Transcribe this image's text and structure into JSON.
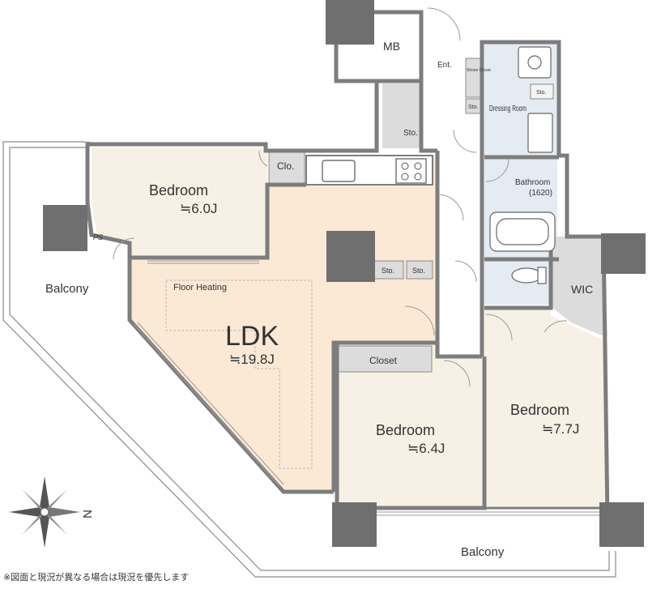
{
  "colors": {
    "wall": "#7d7d7d",
    "wall_line": "#8a8a8a",
    "ldk_floor": "#fbe8d5",
    "bedroom_floor": "#f6f1e4",
    "wet_area": "#e4ebf3",
    "storage": "#dcdcdc",
    "pillar": "#6f6f6f",
    "text": "#333333"
  },
  "rooms": {
    "ldk": {
      "name": "LDK",
      "size": "≒19.8J",
      "note": "Floor Heating"
    },
    "bedroom_west": {
      "name": "Bedroom",
      "size": "≒6.0J"
    },
    "bedroom_center": {
      "name": "Bedroom",
      "size": "≒6.4J"
    },
    "bedroom_east": {
      "name": "Bedroom",
      "size": "≒7.7J"
    },
    "wic": {
      "name": "WIC"
    },
    "mb": {
      "name": "MB"
    },
    "entrance": {
      "name": "Ent."
    },
    "shoes_closet": {
      "name": "Shoes Closet"
    },
    "dressing_room": {
      "name": "Dressing Room"
    },
    "bathroom": {
      "name": "Bathroom",
      "sub": "(1620)"
    },
    "closet": {
      "name": "Closet"
    },
    "clo": {
      "name": "Clo."
    },
    "sto_hall": {
      "name": "Sto."
    },
    "sto_small_1": {
      "name": "Sto."
    },
    "sto_small_2": {
      "name": "Sto."
    },
    "sto_dress": {
      "name": "Sto."
    },
    "sto_shoes": {
      "name": "Sto."
    },
    "ps": {
      "name": "PS"
    }
  },
  "balconies": {
    "west": {
      "name": "Balcony"
    },
    "south": {
      "name": "Balcony"
    }
  },
  "compass": {
    "label": "N"
  },
  "footnote": "※図面と現況が異なる場合は現況を優先します"
}
